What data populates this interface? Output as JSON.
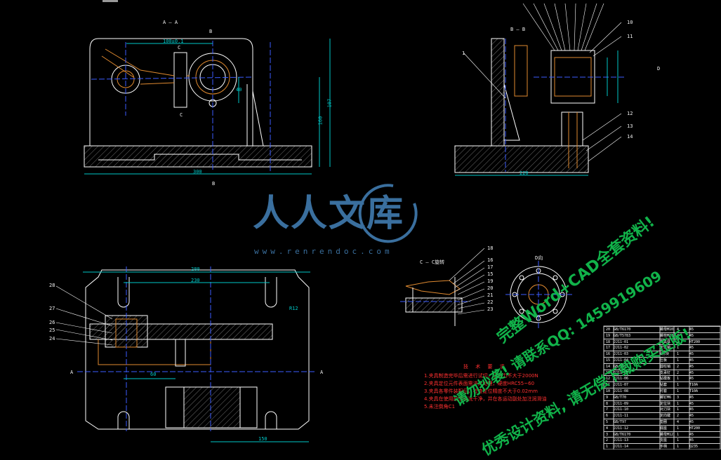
{
  "window": {
    "title_stub": ""
  },
  "drawing": {
    "colors": {
      "background": "#000000",
      "outline": "#ffffff",
      "centerline": "#3b5cff",
      "dimension": "#00c8c8",
      "part": "#e08a30",
      "hatch": "#9a9a9a",
      "leader": "#ffffff"
    },
    "labels": {
      "section_a": "A — A",
      "view_b": "B",
      "view_b2": "B",
      "dim_front_w": "300",
      "dim_front_h": "160",
      "dim_front_h2": "107",
      "dim_front_top": "100±0.1",
      "dim_front_mid": "40",
      "section_c_top": "C",
      "section_c_bot": "C",
      "section_bb": "B — B",
      "view_d": "D",
      "dim_side_w": "220",
      "section_cc": "C — C旋转",
      "view_d_dir": "D向",
      "dim_plan_w": "280",
      "dim_plan_w2": "230",
      "dim_plan_h": "60",
      "dim_plan_bot": "150",
      "dim_plan_r": "R12",
      "a_left": "A",
      "a_right": "A",
      "side_1": "1",
      "side_10": "10",
      "side_11": "11",
      "side_12": "12",
      "side_13": "13",
      "side_14": "14",
      "plan_28": "28",
      "plan_27": "27",
      "plan_26": "26",
      "plan_25": "25",
      "plan_24": "24",
      "cc_18": "18",
      "cc_16": "16",
      "cc_17": "17",
      "cc_15": "15",
      "cc_19": "19",
      "cc_20": "20",
      "cc_21": "21",
      "cc_22": "22",
      "cc_23": "23"
    },
    "tech_requirements": {
      "title": "技 术 要 求",
      "lines": [
        "1.夹具制造完毕后需进行试切，切削力不大于2000N",
        "2.夹具定位元件表面需淬火处理，硬度HRC55~60",
        "3.夹具各零件装配后，检查定位精度不大于0.02mm",
        "4.夹具在使用前须清洗干净，并在各运动副处加注润滑油",
        "5.未注倒角C1"
      ]
    },
    "parts_table": {
      "rows": [
        [
          "GB/T6170",
          "螺母M10",
          "4",
          "45"
        ],
        [
          "GB/T5783",
          "螺栓M10",
          "4",
          "45"
        ],
        [
          "JJ11-01",
          "夹具体",
          "1",
          "HT200"
        ],
        [
          "JJ11-02",
          "定位销",
          "1",
          "45"
        ],
        [
          "JJ11-03",
          "V形块",
          "1",
          "45"
        ],
        [
          "JJ11-04",
          "压板",
          "1",
          "45"
        ],
        [
          "GB/T119",
          "圆柱销",
          "2",
          "45"
        ],
        [
          "JJ11-05",
          "支承钉",
          "2",
          "45"
        ],
        [
          "JJ11-06",
          "钻模板",
          "1",
          "45"
        ],
        [
          "JJ11-07",
          "钻套",
          "1",
          "T10A"
        ],
        [
          "JJ11-08",
          "衬套",
          "1",
          "T10A"
        ],
        [
          "GB/T70",
          "螺钉M6",
          "3",
          "45"
        ],
        [
          "JJ11-09",
          "定位块",
          "1",
          "45"
        ],
        [
          "JJ11-10",
          "对刀块",
          "1",
          "45"
        ],
        [
          "JJ11-11",
          "定向键",
          "2",
          "45"
        ],
        [
          "GB/T97",
          "垫圈",
          "4",
          "45"
        ],
        [
          "JJ11-12",
          "底座",
          "1",
          "HT200"
        ],
        [
          "GB/T6170",
          "螺母M12",
          "1",
          "45"
        ],
        [
          "JJ11-13",
          "支座",
          "1",
          "45"
        ],
        [
          "JJ11-14",
          "手柄",
          "1",
          "Q235"
        ]
      ]
    }
  },
  "watermark": {
    "brand": "人人文库",
    "url": "www.renrendoc.com",
    "notice_1": "完整Word+CAD全套资料!",
    "notice_2": "请勿抄袭! 请联系QQ: 1459919609",
    "notice_3": "优秀设计资料, 请无偿下载购买正版!"
  }
}
